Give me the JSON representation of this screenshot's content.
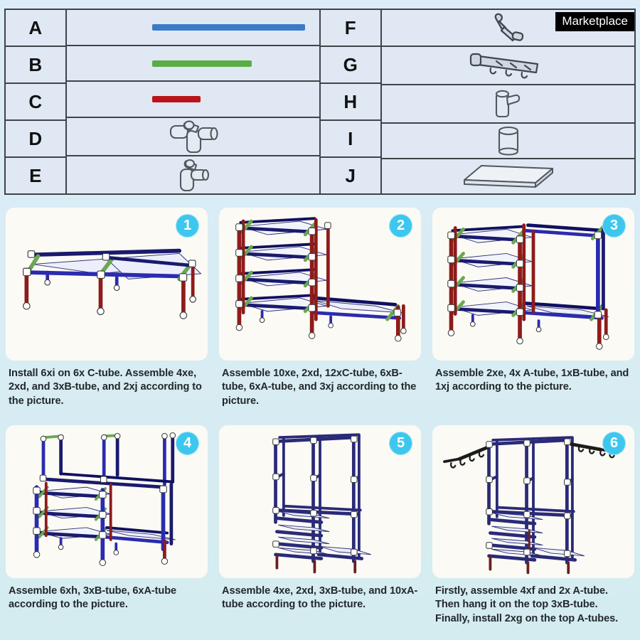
{
  "badge": {
    "label": "Marketplace"
  },
  "parts_table": {
    "left_column": [
      {
        "letter": "A",
        "icon": "long-blue-tube",
        "kind": "bar",
        "color": "#3a7bc8"
      },
      {
        "letter": "B",
        "icon": "medium-green-tube",
        "kind": "bar",
        "color": "#5aad45"
      },
      {
        "letter": "C",
        "icon": "short-red-tube",
        "kind": "bar",
        "color": "#bb1418"
      },
      {
        "letter": "D",
        "icon": "four-way-cross-connector",
        "kind": "connector"
      },
      {
        "letter": "E",
        "icon": "three-way-elbow-connector",
        "kind": "connector"
      }
    ],
    "right_column": [
      {
        "letter": "F",
        "icon": "single-hook-bracket",
        "kind": "connector"
      },
      {
        "letter": "G",
        "icon": "multi-hook-rail",
        "kind": "connector"
      },
      {
        "letter": "H",
        "icon": "tee-socket-connector",
        "kind": "connector"
      },
      {
        "letter": "I",
        "icon": "cylinder-foot-cap",
        "kind": "connector"
      },
      {
        "letter": "J",
        "icon": "flat-shelf-panel",
        "kind": "connector"
      }
    ]
  },
  "steps": [
    {
      "number": "1",
      "figure": "low-double-bench-frame",
      "caption": "Install 6xi on 6x C-tube. Assemble 4xe, 2xd, and 3xB-tube, and 2xj according to the picture."
    },
    {
      "number": "2",
      "figure": "four-tier-shelf-with-side-extension",
      "caption": "Assemble 10xe, 2xd, 12xC-tube, 6xB-tube, 6xA-tube, and 3xj according to the picture."
    },
    {
      "number": "3",
      "figure": "shelf-with-tall-open-bay",
      "caption": "Assemble 2xe, 4x A-tube, 1xB-tube, and 1xj according to the picture."
    },
    {
      "number": "4",
      "figure": "frame-with-upper-uprights",
      "caption": "Assemble 6xh, 3xB-tube, 6xA-tube according to the picture."
    },
    {
      "number": "5",
      "figure": "closed-wardrobe-frame",
      "caption": "Assemble 4xe, 2xd, 3xB-tube, and 10xA-tube according to the picture."
    },
    {
      "number": "6",
      "figure": "wardrobe-frame-with-side-hooks",
      "caption": "Firstly, assemble 4xf and 2x A-tube. Then hang it on the top 3xB-tube. Finally, install 2xg on the top A-tubes."
    }
  ],
  "colors": {
    "page_background": "#d9eaf7",
    "panel_background": "#fbfaf5",
    "table_cell_background": "#dfe8f3",
    "table_border": "#3f4448",
    "step_badge": "#3dc7ee",
    "tube_blue": "#3a7bc8",
    "tube_green": "#5aad45",
    "tube_red": "#bb1418",
    "badge_background": "#000000",
    "badge_text": "#ffffff"
  }
}
